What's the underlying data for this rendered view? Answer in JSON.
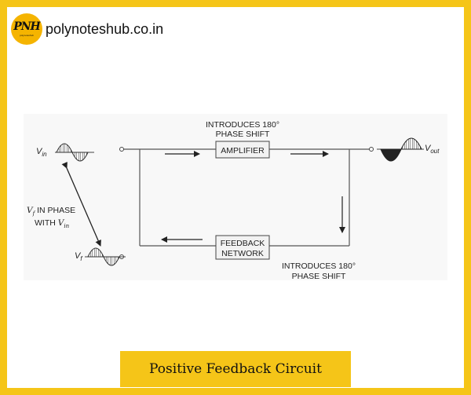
{
  "header": {
    "site_name": "polynoteshub.co.in",
    "logo_text": "PNH",
    "logo_subtext": "polynoteshub"
  },
  "diagram": {
    "amplifier_phase_note_line1": "INTRODUCES 180°",
    "amplifier_phase_note_line2": "PHASE SHIFT",
    "amplifier_label": "AMPLIFIER",
    "feedback_label_line1": "FEEDBACK",
    "feedback_label_line2": "NETWORK",
    "feedback_phase_note_line1": "INTRODUCES 180°",
    "feedback_phase_note_line2": "PHASE SHIFT",
    "vin_label": "V",
    "vin_sub": "in",
    "vout_label": "V",
    "vout_sub": "out",
    "vf_label": "V",
    "vf_sub": "f",
    "in_phase_v": "V",
    "in_phase_vf_sub": "f",
    "in_phase_text": " IN PHASE",
    "with_text": "WITH ",
    "with_v": "V",
    "with_vin_sub": "in"
  },
  "colors": {
    "frame": "#f5c518",
    "caption_bg": "#f5c518",
    "logo_bg": "#f5b400"
  },
  "footer": {
    "caption": "Positive Feedback Circuit"
  }
}
